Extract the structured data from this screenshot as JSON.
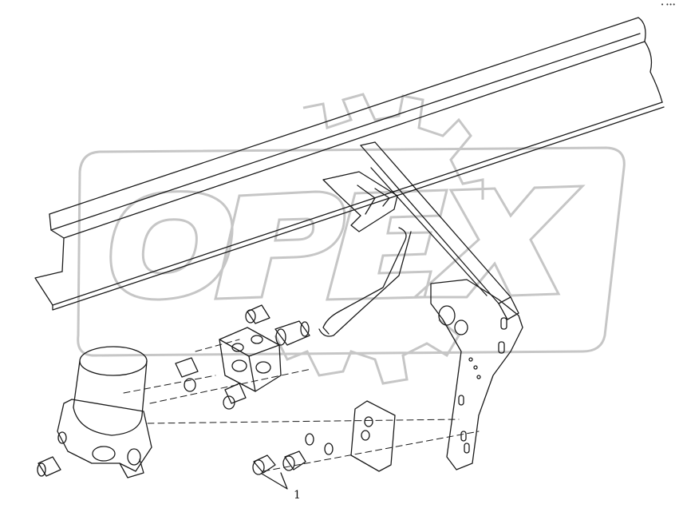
{
  "diagram": {
    "type": "exploded-parts-drawing",
    "line_color": "#1a1a1a",
    "watermark": {
      "text": "OPEX",
      "stroke_color": "#c8c8c8",
      "style": "outlined-gear-logo"
    },
    "callouts": [
      {
        "id": "1",
        "label": "1"
      }
    ],
    "corner_mark": "• •••"
  }
}
